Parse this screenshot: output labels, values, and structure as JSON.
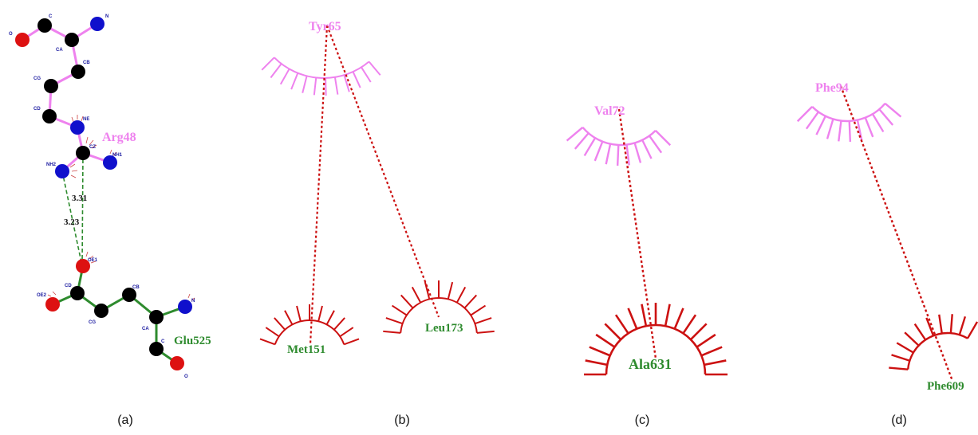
{
  "panels": [
    {
      "caption": "(a)",
      "residue_top": "Arg48",
      "residue_bottom": "Glu525",
      "distances": [
        "3.31",
        "3.23"
      ],
      "atoms_top": [
        "O",
        "C",
        "CA",
        "N",
        "CB",
        "CG",
        "CD",
        "NE",
        "CZ",
        "NH1",
        "NH2"
      ],
      "atoms_bottom": [
        "OE1",
        "OE2",
        "CD",
        "CG",
        "CB",
        "CA",
        "N",
        "C",
        "O"
      ]
    },
    {
      "caption": "(b)",
      "residue_top": "Tyr65",
      "residues_bottom": [
        "Met151",
        "Leu173"
      ]
    },
    {
      "caption": "(c)",
      "residue_top": "Val72",
      "residue_bottom": "Ala631"
    },
    {
      "caption": "(d)",
      "residue_top": "Phe94",
      "residue_bottom": "Phe609"
    }
  ],
  "colors": {
    "ligand_bond": "#ee82ee",
    "protein_bond": "#2e8b2e",
    "hbond": "#2e8b2e",
    "contact_line": "#cc1111",
    "pink_arc": "#ee82ee",
    "red_arc": "#cc1111",
    "carbon": "#000000",
    "nitrogen": "#1010cc",
    "oxygen": "#dd1111"
  }
}
